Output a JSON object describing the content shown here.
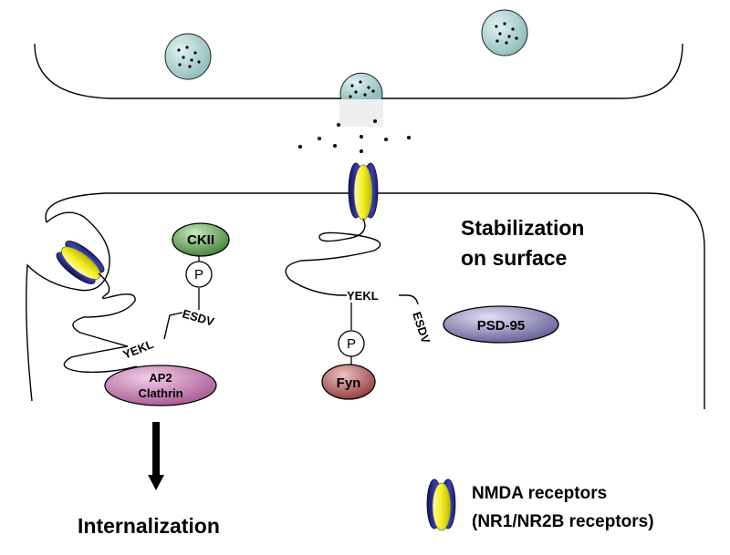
{
  "labels": {
    "stabilization_line1": "Stabilization",
    "stabilization_line2": "on surface",
    "internalization": "Internalization",
    "legend_line1": "NMDA receptors",
    "legend_line2": "(NR1/NR2B receptors)"
  },
  "proteins": {
    "ckii": "CKII",
    "ap2_line1": "AP2",
    "ap2_line2": "Clathrin",
    "fyn": "Fyn",
    "psd95": "PSD-95"
  },
  "motifs": {
    "phospho": "P",
    "yekl": "YEKL",
    "esdv": "ESDV"
  },
  "colors": {
    "vesicle": "#a9cfcf",
    "receptor_blue": "#2b2f8f",
    "receptor_yellow": "#f2ee1e",
    "ckii": "#5f9e4f",
    "ap2": "#c77ab2",
    "fyn": "#b55656",
    "psd95": "#8b86b8"
  }
}
